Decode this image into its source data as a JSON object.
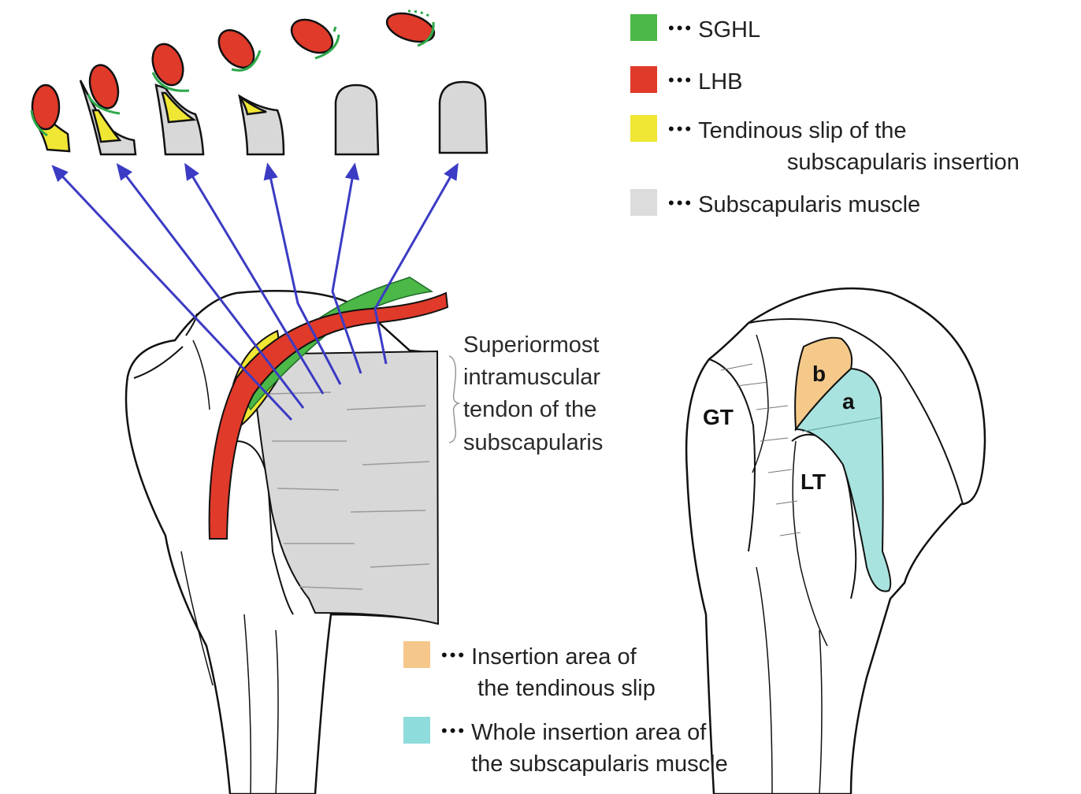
{
  "legend_top": [
    {
      "label": "SGHL",
      "color": "#4cb847",
      "swatch_name": "sghl-swatch"
    },
    {
      "label": "LHB",
      "color": "#e03a2a",
      "swatch_name": "lhb-swatch"
    },
    {
      "label": "Tendinous slip of the\n              subscapularis insertion",
      "color": "#f0e634",
      "swatch_name": "tendinous-slip-swatch"
    },
    {
      "label": "Subscapularis muscle",
      "color": "#dcdcdc",
      "swatch_name": "subscapularis-muscle-swatch"
    }
  ],
  "legend_bottom": [
    {
      "label": "Insertion area of\n the tendinous slip",
      "color": "#f6c78a",
      "swatch_name": "insertion-area-swatch"
    },
    {
      "label": "Whole insertion area of\nthe subscapularis muscle",
      "color": "#8fdcdc",
      "swatch_name": "whole-insertion-swatch"
    }
  ],
  "annotation": {
    "superiormost": "Superiormost\nintramuscular\ntendon of the\nsubscapularis"
  },
  "right_labels": {
    "gt": "GT",
    "lt": "LT",
    "a": "a",
    "b": "b"
  },
  "dots": "•••",
  "colors": {
    "arrow": "#3b3bc4",
    "outline": "#111111",
    "muscle_gray": "#d8d8d8",
    "area_a": "#a8e3df",
    "area_b": "#f4c98a"
  }
}
